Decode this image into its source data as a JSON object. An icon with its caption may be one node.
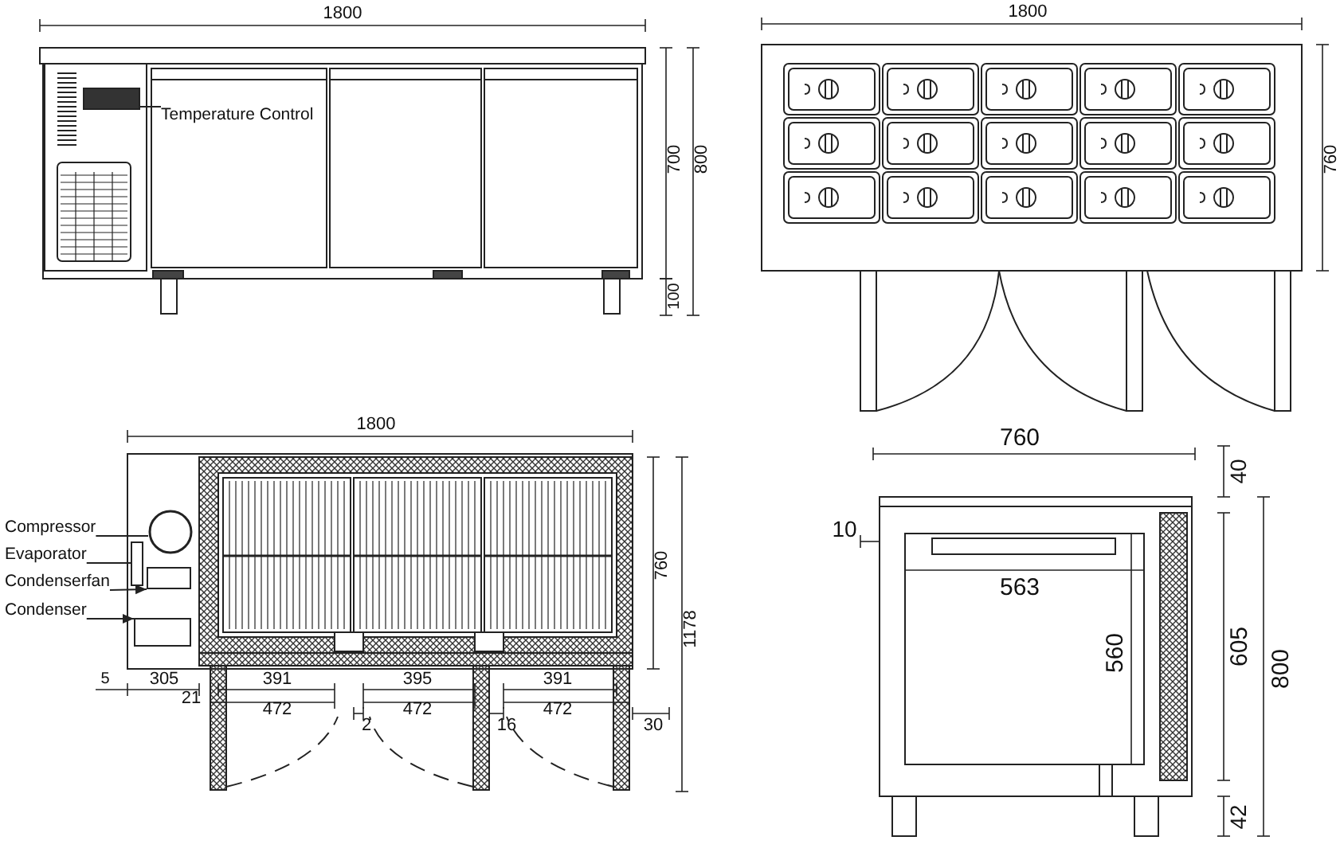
{
  "diagram": {
    "nodes": [
      {
        "text": [
          "Temperature Control"
        ]
      },
      {
        "text": [],
        "shape": "box"
      },
      {
        "text": [
          "Compressor"
        ]
      },
      {
        "text": [
          "Evaporator"
        ]
      },
      {
        "text": [
          "Condenserfan"
        ]
      },
      {
        "text": [
          "Condenser"
        ]
      },
      {
        "text": [],
        "shape": "circle"
      },
      {
        "text": [],
        "shape": "box"
      },
      {
        "text": [],
        "shape": "box"
      },
      {
        "text": [],
        "shape": "box"
      }
    ],
    "edges": [
      {
        "from": 0,
        "to": 1,
        "arrow": "none"
      },
      {
        "from": 2,
        "to": 6,
        "arrow": "none"
      },
      {
        "from": 3,
        "to": 7,
        "arrow": "none"
      },
      {
        "from": 4,
        "to": 8,
        "arrow": "to"
      },
      {
        "from": 5,
        "to": 9,
        "arrow": "to"
      }
    ],
    "labels": [
      "1800",
      "700",
      "800",
      "100",
      "1800",
      "760",
      "1800",
      "760",
      "1178",
      "5",
      "305",
      "391",
      "395",
      "391",
      "21",
      "472",
      "472",
      "472",
      "2",
      "16",
      "30",
      "760",
      "40",
      "10",
      "563",
      "560",
      "605",
      "800",
      "42"
    ]
  }
}
